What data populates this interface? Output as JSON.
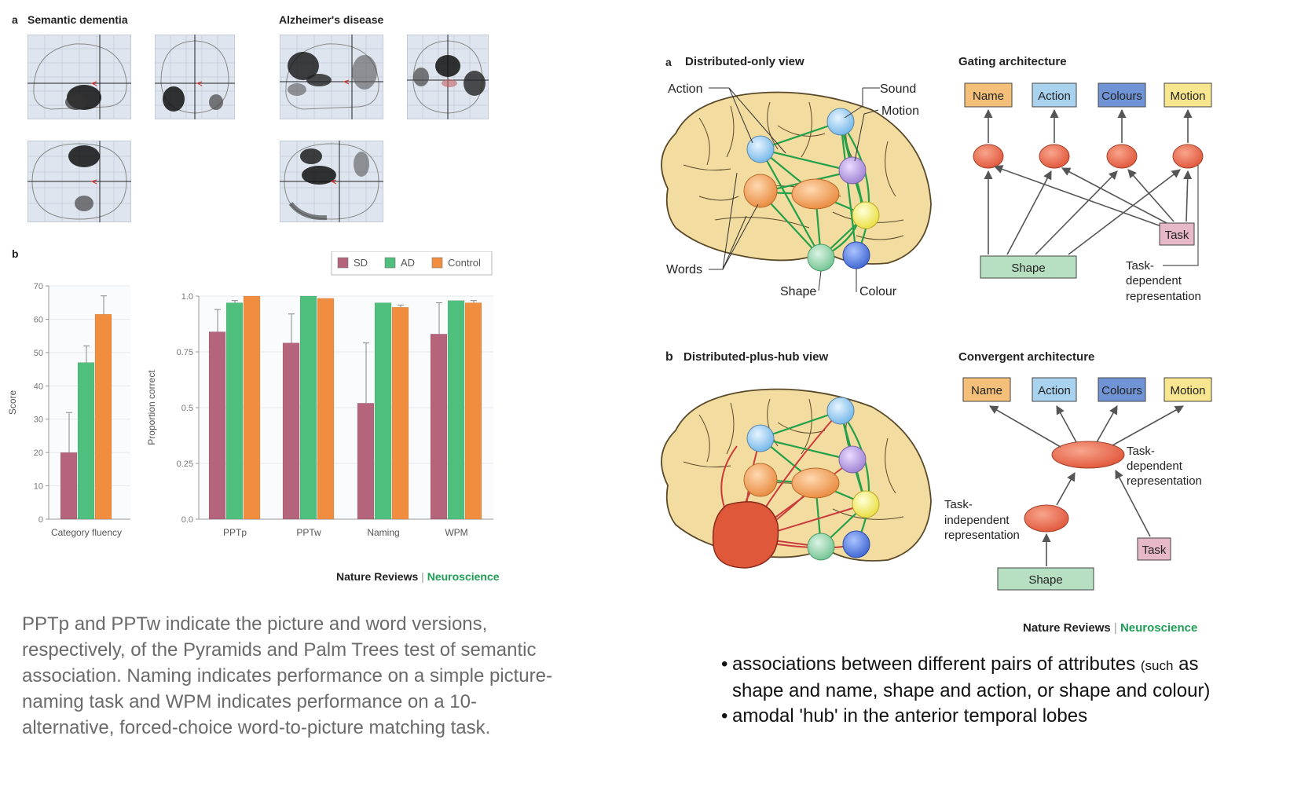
{
  "left": {
    "panel_a": {
      "letter": "a",
      "sd_title": "Semantic dementia",
      "ad_title": "Alzheimer's disease"
    },
    "panel_b": {
      "letter": "b"
    },
    "footer": {
      "journal": "Nature Reviews",
      "separator": "|",
      "section": "Neuroscience"
    },
    "caption": "PPTp and PPTw indicate the picture and word versions, respectively, of the Pyramids and Palm Trees test of semantic association. Naming indicates performance on a simple picture-naming task and WPM indicates performance on a 10-alternative, forced-choice word-to-picture matching task."
  },
  "chart_data": [
    {
      "type": "bar",
      "categories": [
        "Category fluency"
      ],
      "series": [
        {
          "name": "SD",
          "values": [
            20
          ],
          "errors": [
            12
          ]
        },
        {
          "name": "AD",
          "values": [
            47
          ],
          "errors": [
            5
          ]
        },
        {
          "name": "Control",
          "values": [
            61.5
          ],
          "errors": [
            5.5
          ]
        }
      ],
      "ylabel": "Score",
      "ylim": [
        0,
        70
      ],
      "yticks": [
        "0",
        "10",
        "20",
        "30",
        "40",
        "50",
        "60",
        "70"
      ]
    },
    {
      "type": "bar",
      "categories": [
        "PPTp",
        "PPTw",
        "Naming",
        "WPM"
      ],
      "series": [
        {
          "name": "SD",
          "values": [
            0.84,
            0.79,
            0.52,
            0.83
          ],
          "errors": [
            0.1,
            0.13,
            0.27,
            0.14
          ]
        },
        {
          "name": "AD",
          "values": [
            0.97,
            1.0,
            0.97,
            0.98
          ],
          "errors": [
            0.01,
            0,
            0,
            0
          ]
        },
        {
          "name": "Control",
          "values": [
            1.0,
            0.99,
            0.95,
            0.97
          ],
          "errors": [
            0,
            0,
            0.01,
            0.01
          ]
        }
      ],
      "ylabel": "Proportion correct",
      "ylim": [
        0,
        1.0
      ],
      "yticks": [
        "0.0",
        "0.25",
        "0.5",
        "0.75",
        "1.0"
      ],
      "legend": [
        "SD",
        "AD",
        "Control"
      ],
      "legend_position": "top-right"
    }
  ],
  "colors": {
    "sd": "#b4657c",
    "ad": "#4fbf7e",
    "control": "#f08d3e",
    "brain": "#f1dca0",
    "node_orange": "#ec6a4b",
    "hub": "#e05a3a",
    "green_line": "#22a04a",
    "red_line": "#cc3b3b"
  },
  "right": {
    "a": {
      "letter": "a",
      "title": "Distributed-only view",
      "labels": {
        "action": "Action",
        "sound": "Sound",
        "motion": "Motion",
        "words": "Words",
        "shape": "Shape",
        "colour": "Colour"
      }
    },
    "gating": {
      "title": "Gating architecture",
      "outputs": [
        "Name",
        "Action",
        "Colours",
        "Motion"
      ],
      "task": "Task",
      "input": "Shape",
      "tdr": [
        "Task-",
        "dependent",
        "representation"
      ]
    },
    "b": {
      "letter": "b",
      "title": "Distributed-plus-hub view"
    },
    "convergent": {
      "title": "Convergent architecture",
      "outputs": [
        "Name",
        "Action",
        "Colours",
        "Motion"
      ],
      "tdr": [
        "Task-",
        "dependent",
        "representation"
      ],
      "tir": [
        "Task-",
        "independent",
        "representation"
      ],
      "task": "Task",
      "input": "Shape"
    },
    "footer": {
      "journal": "Nature Reviews",
      "separator": "|",
      "section": "Neuroscience"
    },
    "bullets": [
      {
        "main": "associations between different pairs of attributes ",
        "small": "(such",
        "rest": " as shape and name, shape and action, or shape and colour)"
      },
      {
        "main": "amodal 'hub' in the anterior temporal lobes"
      }
    ]
  }
}
